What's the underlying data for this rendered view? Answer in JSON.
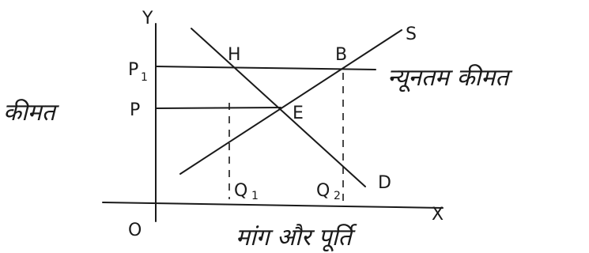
{
  "diagram": {
    "axes": {
      "x_label": "X",
      "y_label": "Y",
      "origin_label": "O"
    },
    "curves": {
      "supply_label": "S",
      "demand_label": "D"
    },
    "points": {
      "equilibrium": "E",
      "demand_at_min_price": "H",
      "supply_at_min_price": "B"
    },
    "price_levels": {
      "min_price": "P",
      "min_price_sub": "1",
      "equilibrium_price": "P"
    },
    "quantities": {
      "q1": "Q",
      "q1_sub": "1",
      "q2": "Q",
      "q2_sub": "2"
    },
    "hindi_labels": {
      "price_axis": "कीमत",
      "quantity_axis": "मांग और पूर्ति",
      "minimum_price": "न्यूनतम कीमत"
    }
  }
}
